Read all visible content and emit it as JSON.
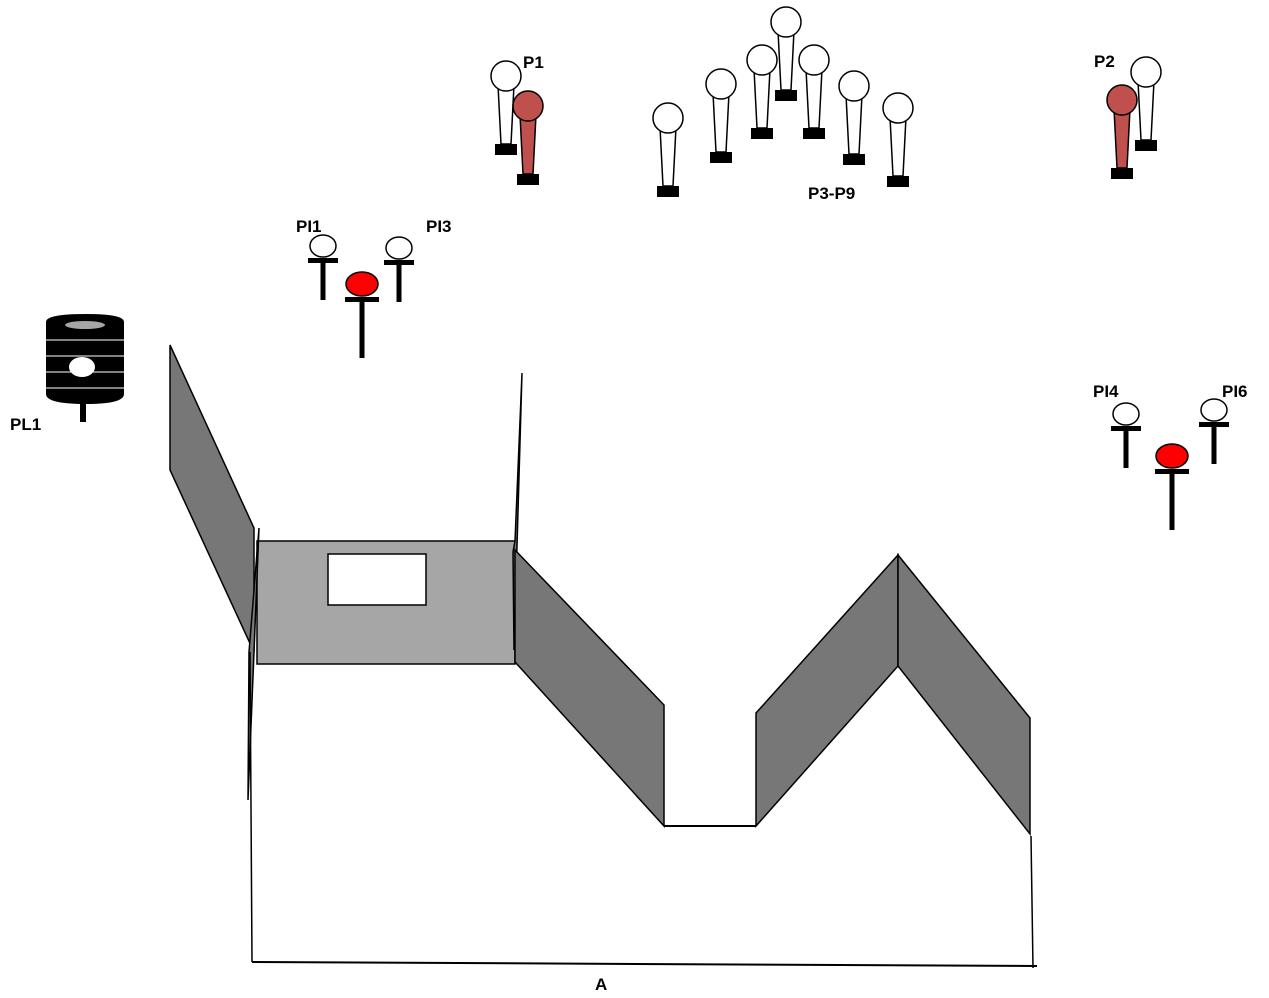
{
  "labels": {
    "p1": "P1",
    "p2": "P2",
    "p3_p9": "P3-P9",
    "pi1": "PI1",
    "pi3": "PI3",
    "pi4": "PI4",
    "pi6": "PI6",
    "pl1": "PL1",
    "dimension_a": "A"
  },
  "colors": {
    "wall_dark": "#777777",
    "wall_light": "#a6a6a6",
    "pole_highlight": "#c0504d",
    "stand_highlight": "#ff0000",
    "ink": "#000000"
  },
  "icons": {
    "pole": "pole-icon",
    "stand": "stand-icon",
    "light": "spotlight-icon"
  }
}
